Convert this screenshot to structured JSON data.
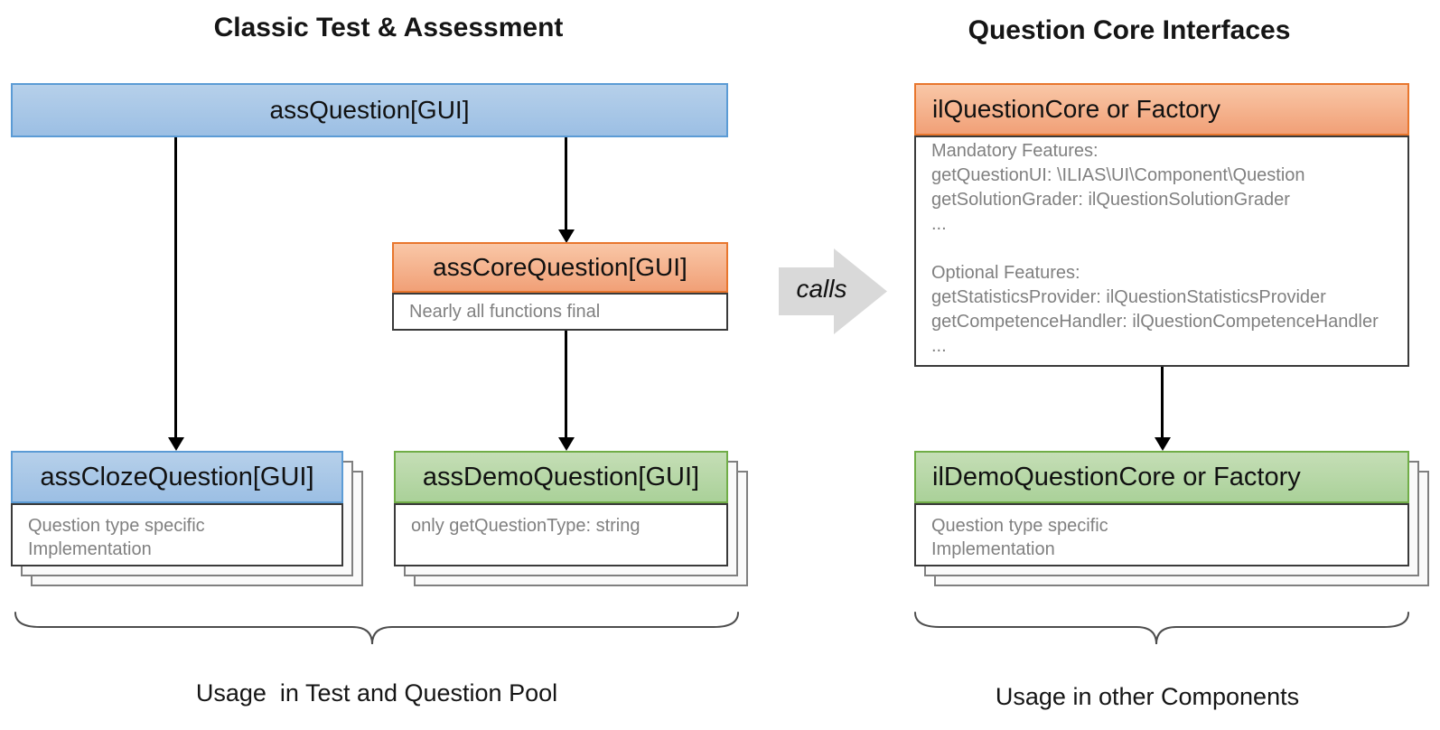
{
  "left_section": {
    "title": "Classic Test & Assessment",
    "ass_question": {
      "label": "assQuestion[GUI]"
    },
    "ass_core_question": {
      "label": "assCoreQuestion[GUI]",
      "note": "Nearly all functions final"
    },
    "ass_cloze_question": {
      "label": "assClozeQuestion[GUI]",
      "note_line1": "Question type specific",
      "note_line2": "Implementation"
    },
    "ass_demo_question": {
      "label": "assDemoQuestion[GUI]",
      "note": "only getQuestionType: string"
    },
    "brace_label": "Usage  in Test and Question Pool"
  },
  "calls_arrow": {
    "label": "calls"
  },
  "right_section": {
    "title": "Question Core Interfaces",
    "il_question_core": {
      "label": "ilQuestionCore or Factory",
      "lines": [
        "Mandatory Features:",
        "getQuestionUI: \\ILIAS\\UI\\Component\\Question",
        "getSolutionGrader: ilQuestionSolutionGrader",
        "...",
        "",
        "Optional Features:",
        "getStatisticsProvider: ilQuestionStatisticsProvider",
        "getCompetenceHandler: ilQuestionCompetenceHandler",
        "..."
      ]
    },
    "il_demo_question_core": {
      "label": "ilDemoQuestionCore or Factory",
      "note_line1": "Question type specific",
      "note_line2": "Implementation"
    },
    "brace_label": "Usage in other Components"
  },
  "colors": {
    "blue_fill": "#a9c6e6",
    "blue_border": "#5b9bd5",
    "orange_fill": "#f5b38f",
    "orange_border": "#e8762d",
    "green_fill": "#b8d8a7",
    "green_border": "#70ad47",
    "gray_text": "#808080",
    "calls_arrow_fill": "#d9d9d9"
  }
}
